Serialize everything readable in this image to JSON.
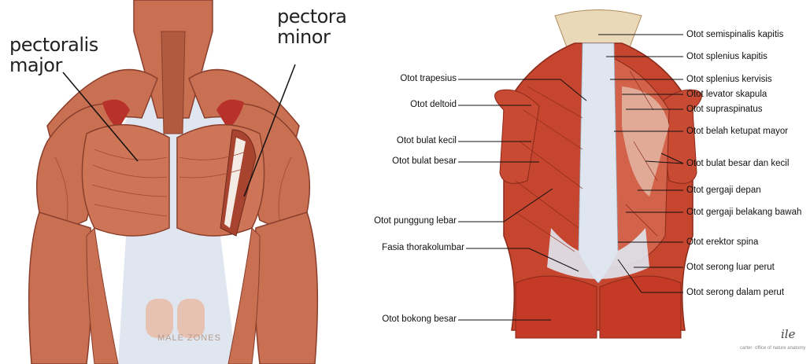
{
  "chest": {
    "label_major": "pectoralis\nmajor",
    "label_minor": "pectoralis\nminor",
    "watermark": "MALE ZONES"
  },
  "back": {
    "left_labels": [
      "Otot trapesius",
      "Otot deltoid",
      "Otot bulat kecil",
      "Otot bulat besar",
      "Otot punggung lebar",
      "Fasia thorakolumbar",
      "Otot bokong besar"
    ],
    "right_labels": [
      "Otot semispinalis kapitis",
      "Otot splenius kapitis",
      "Otot splenius kervisis",
      "Otot levator skapula",
      "Otot supraspinatus",
      "Otot belah ketupat mayor",
      "Otot bulat besar dan kecil",
      "Otot gergaji depan",
      "Otot gergaji belakang bawah",
      "Otot erektor spina",
      "Otot serong luar perut",
      "Otot serong dalam perut"
    ],
    "signature": "ile",
    "credit": "carter· office of nature anatomy"
  },
  "colors": {
    "muscle": "#c96f52",
    "muscle_dark": "#9e4a34",
    "muscle_red": "#b8312a",
    "fascia": "#dfe6f0",
    "label_line": "#111111"
  }
}
